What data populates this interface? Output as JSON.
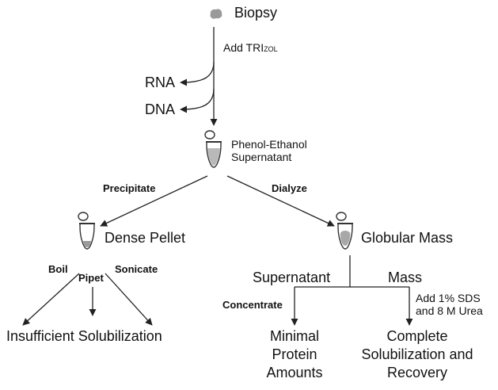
{
  "diagram": {
    "nodes": {
      "biopsy": "Biopsy",
      "trizol_prefix": "Add TRI",
      "trizol_suffix": "ZOL",
      "rna": "RNA",
      "dna": "DNA",
      "phenol_line1": "Phenol-Ethanol",
      "phenol_line2": "Supernatant",
      "dense_pellet": "Dense Pellet",
      "globular_mass": "Globular Mass",
      "supernatant": "Supernatant",
      "mass": "Mass",
      "insufficient": "Insufficient Solubilization",
      "minimal_line1": "Minimal",
      "minimal_line2": "Protein",
      "minimal_line3": "Amounts",
      "complete_line1": "Complete",
      "complete_line2": "Solubilization and",
      "complete_line3": "Recovery"
    },
    "edge_labels": {
      "precipitate": "Precipitate",
      "dialyze": "Dialyze",
      "boil": "Boil",
      "pipet": "Pipet",
      "sonicate": "Sonicate",
      "concentrate": "Concentrate",
      "sds_line1": "Add 1% SDS",
      "sds_line2": "and 8 M Urea"
    },
    "colors": {
      "line": "#222222",
      "tube_fill": "#b9b9b9",
      "blob": "#9a9a9a"
    }
  }
}
